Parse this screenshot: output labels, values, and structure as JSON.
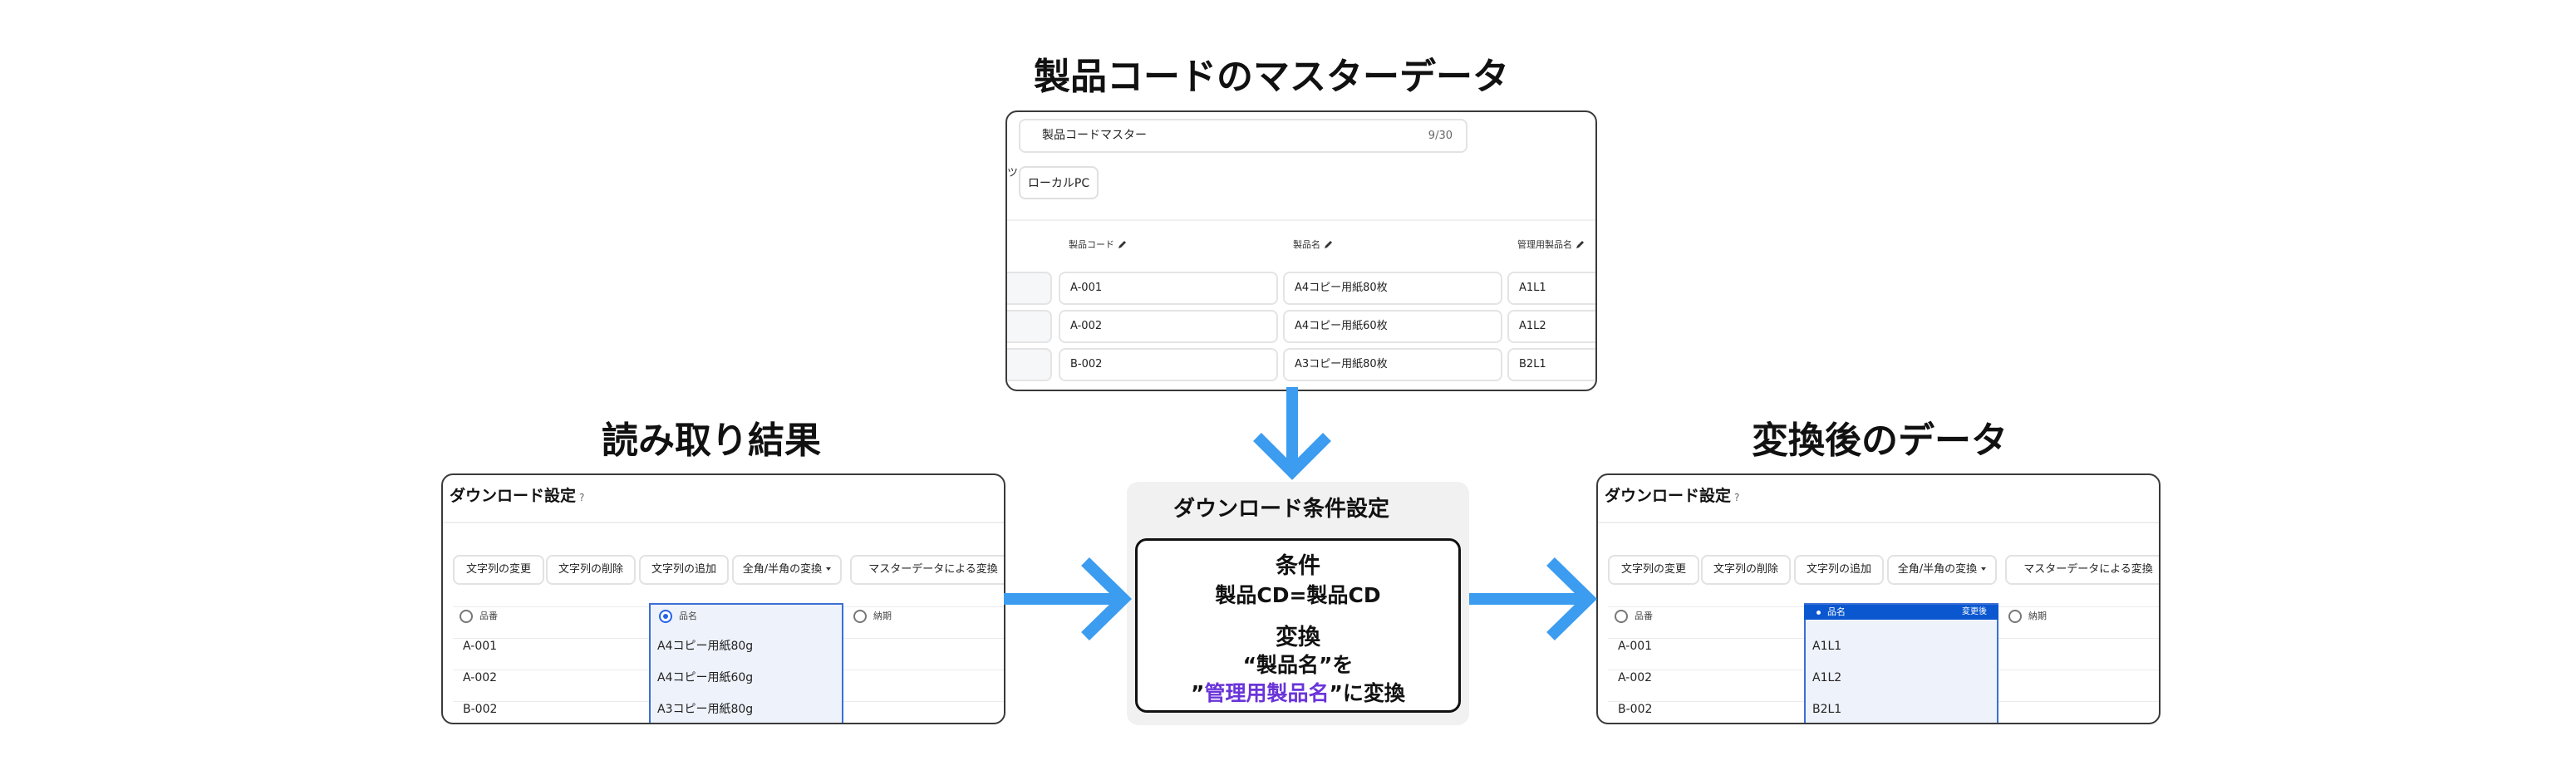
{
  "titles": {
    "master": "製品コードのマスターデータ",
    "read_result": "読み取り結果",
    "converted": "変換後のデータ"
  },
  "master": {
    "name_value": "製品コードマスター",
    "name_count": "9/30",
    "clip_text": "ツ",
    "source_button": "ローカルPC",
    "columns": [
      "製品コード",
      "製品名",
      "管理用製品名"
    ],
    "rows": [
      [
        "A-001",
        "A4コピー用紙80枚",
        "A1L1"
      ],
      [
        "A-002",
        "A4コピー用紙60枚",
        "A1L2"
      ],
      [
        "B-002",
        "A3コピー用紙80枚",
        "B2L1"
      ]
    ]
  },
  "read_panel": {
    "title": "ダウンロード設定",
    "help": "?",
    "buttons": [
      "文字列の変更",
      "文字列の削除",
      "文字列の追加",
      "全角/半角の変換",
      "マスターデータによる変換"
    ],
    "columns": [
      "品番",
      "品名",
      "納期"
    ],
    "rows": [
      [
        "A-001",
        "A4コピー用紙80g"
      ],
      [
        "A-002",
        "A4コピー用紙60g"
      ],
      [
        "B-002",
        "A3コピー用紙80g"
      ]
    ]
  },
  "condition": {
    "title": "ダウンロード条件設定",
    "cond_heading": "条件",
    "cond_text": "製品CD=製品CD",
    "conv_heading": "変換",
    "conv_line1": "“製品名”を",
    "conv_q_open": "”",
    "conv_highlight": "管理用製品名",
    "conv_tail": "”に変換",
    "highlight_color": "#6a34d9"
  },
  "converted_panel": {
    "title": "ダウンロード設定",
    "help": "?",
    "buttons": [
      "文字列の変更",
      "文字列の削除",
      "文字列の追加",
      "全角/半角の変換",
      "マスターデータによる変換"
    ],
    "columns": [
      "品番",
      "品名",
      "納期"
    ],
    "badge": "変更後",
    "rows": [
      [
        "A-001",
        "A1L1"
      ],
      [
        "A-002",
        "A1L2"
      ],
      [
        "B-002",
        "B2L1"
      ]
    ]
  },
  "colors": {
    "arrow": "#3b9cf0",
    "selected_border": "#3b6fd6",
    "selected_header": "#0b57d0",
    "selected_fill": "#eef2fa"
  }
}
